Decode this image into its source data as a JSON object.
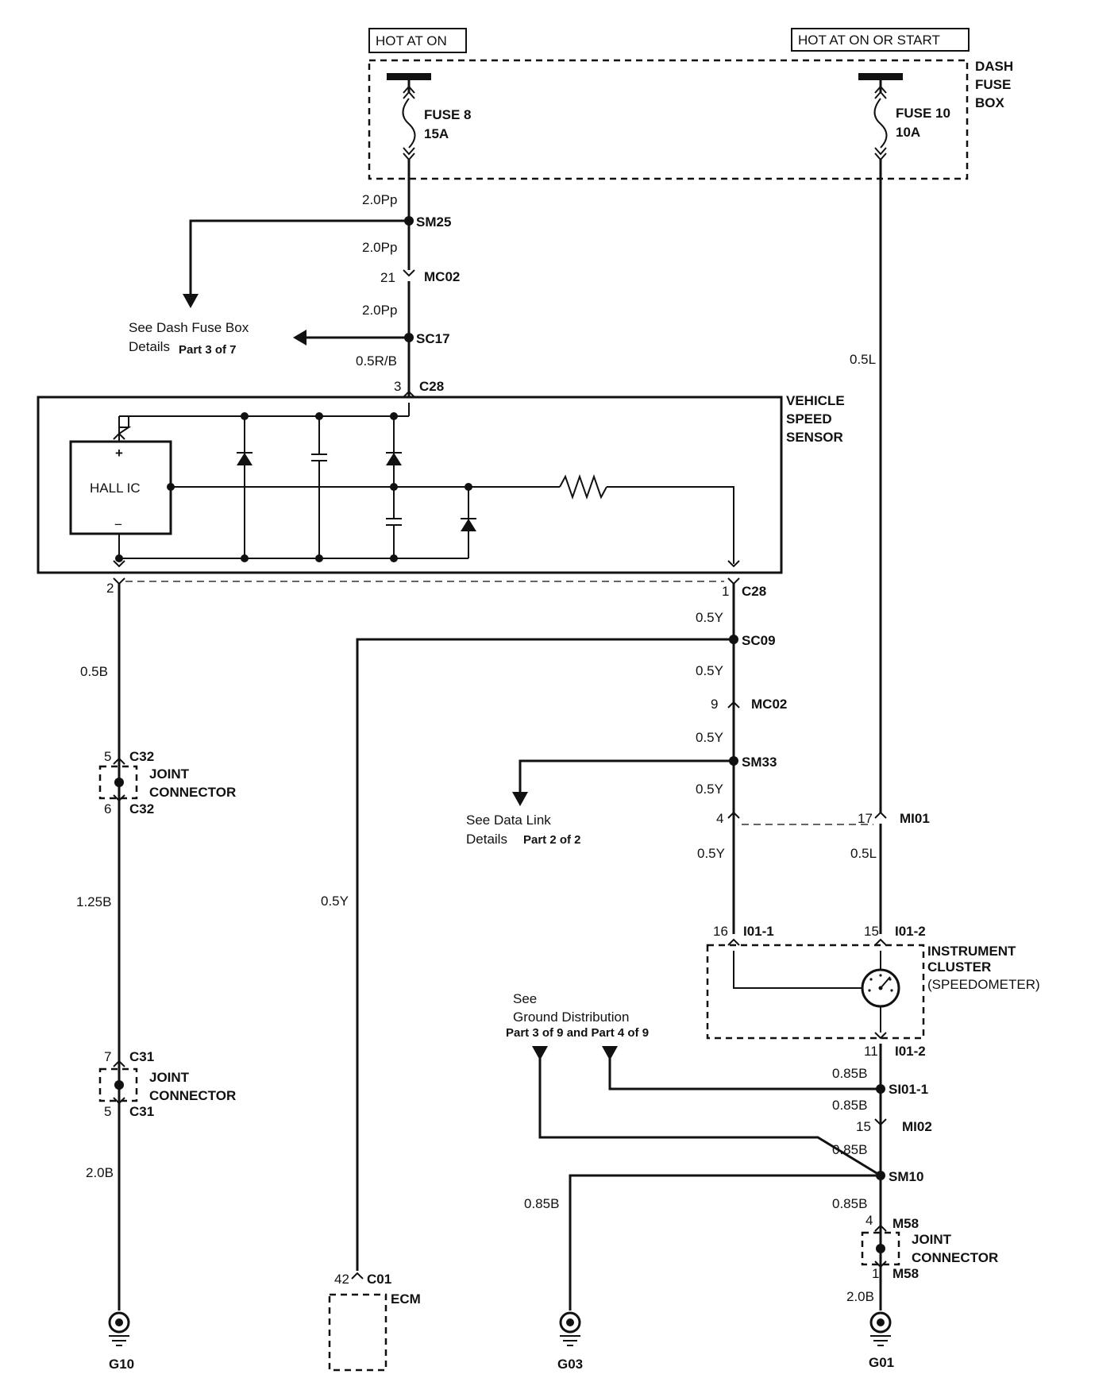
{
  "power": {
    "hot_at_on": "HOT AT ON",
    "hot_at_on_or_start": "HOT AT ON OR START",
    "dash_fuse_box": [
      "DASH",
      "FUSE",
      "BOX"
    ],
    "fuse8": [
      "FUSE 8",
      "15A"
    ],
    "fuse10": [
      "FUSE 10",
      "10A"
    ]
  },
  "left_branch": {
    "wire_2_0pp_a": "2.0Pp",
    "sm25": "SM25",
    "wire_2_0pp_b": "2.0Pp",
    "mc02_pin": "21",
    "mc02": "MC02",
    "wire_2_0pp_c": "2.0Pp",
    "sc17": "SC17",
    "wire_0_5rb": "0.5R/B",
    "see_dash_fuse": "See Dash Fuse Box",
    "see_dash_fuse_details": "Details",
    "see_dash_fuse_part": "Part 3 of 7",
    "c28_pin3": "3",
    "c28_top": "C28"
  },
  "sensor": {
    "title": [
      "VEHICLE",
      "SPEED",
      "SENSOR"
    ],
    "hall_ic": "HALL IC",
    "plus": "+",
    "minus": "−",
    "pin2": "2",
    "pin1": "1",
    "c28_bottom": "C28"
  },
  "ground_left": {
    "wire_0_5b": "0.5B",
    "c32_pin5": "5",
    "c32_a": "C32",
    "joint_connector": [
      "JOINT",
      "CONNECTOR"
    ],
    "c32_pin6": "6",
    "c32_b": "C32",
    "wire_1_25b": "1.25B",
    "c31_pin7": "7",
    "c31_a": "C31",
    "c31_pin5": "5",
    "c31_b": "C31",
    "wire_2_0b": "2.0B",
    "g10": "G10"
  },
  "signal": {
    "wire_0_5y_1": "0.5Y",
    "sc09": "SC09",
    "wire_0_5y_2": "0.5Y",
    "mc02_pin": "9",
    "mc02": "MC02",
    "wire_0_5y_3": "0.5Y",
    "sm33": "SM33",
    "wire_0_5y_4": "0.5Y",
    "see_data_link": "See Data Link",
    "see_data_link_details": "Details",
    "see_data_link_part": "Part 2 of 2",
    "mi01_pin4": "4",
    "mi01_pin17": "17",
    "mi01": "MI01",
    "wire_0_5y_5": "0.5Y",
    "wire_0_5l_bottom": "0.5L",
    "wire_0_5l_top": "0.5L",
    "i01_1_pin": "16",
    "i01_1": "I01-1",
    "i01_2_pin": "15",
    "i01_2": "I01-2",
    "cluster": [
      "INSTRUMENT",
      "CLUSTER",
      "(SPEEDOMETER)"
    ],
    "ecm_wire": "0.5Y",
    "c01_pin": "42",
    "c01": "C01",
    "ecm": "ECM"
  },
  "ground_right": {
    "i01_2_pin11": "11",
    "i01_2_b": "I01-2",
    "wire_085b_1": "0.85B",
    "si01_1": "SI01-1",
    "wire_085b_2": "0.85B",
    "mi02_pin": "15",
    "mi02": "MI02",
    "wire_085b_3": "0.85B",
    "sm10": "SM10",
    "wire_085b_4": "0.85B",
    "wire_085b_g03": "0.85B",
    "see_ground": "See",
    "ground_dist": "Ground Distribution",
    "ground_parts": "Part 3 of 9 and Part 4 of 9",
    "m58_pin4": "4",
    "m58_a": "M58",
    "joint_connector": [
      "JOINT",
      "CONNECTOR"
    ],
    "m58_pin1": "1",
    "m58_b": "M58",
    "wire_2_0b": "2.0B",
    "g03": "G03",
    "g01": "G01"
  }
}
